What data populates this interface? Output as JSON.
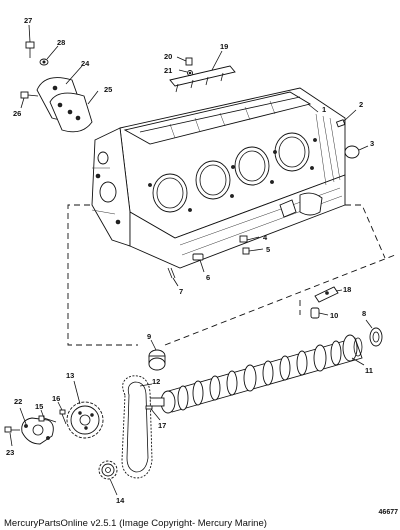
{
  "diagram": {
    "figure_number": "46677",
    "callouts": [
      "1",
      "2",
      "3",
      "4",
      "5",
      "6",
      "7",
      "8",
      "9",
      "10",
      "11",
      "12",
      "13",
      "14",
      "15",
      "16",
      "17",
      "18",
      "19",
      "20",
      "21",
      "22",
      "23",
      "24",
      "25",
      "26",
      "27",
      "28"
    ]
  },
  "footer": {
    "text": "MercuryPartsOnline v2.5.1 (Image Copyright- Mercury Marine)"
  }
}
